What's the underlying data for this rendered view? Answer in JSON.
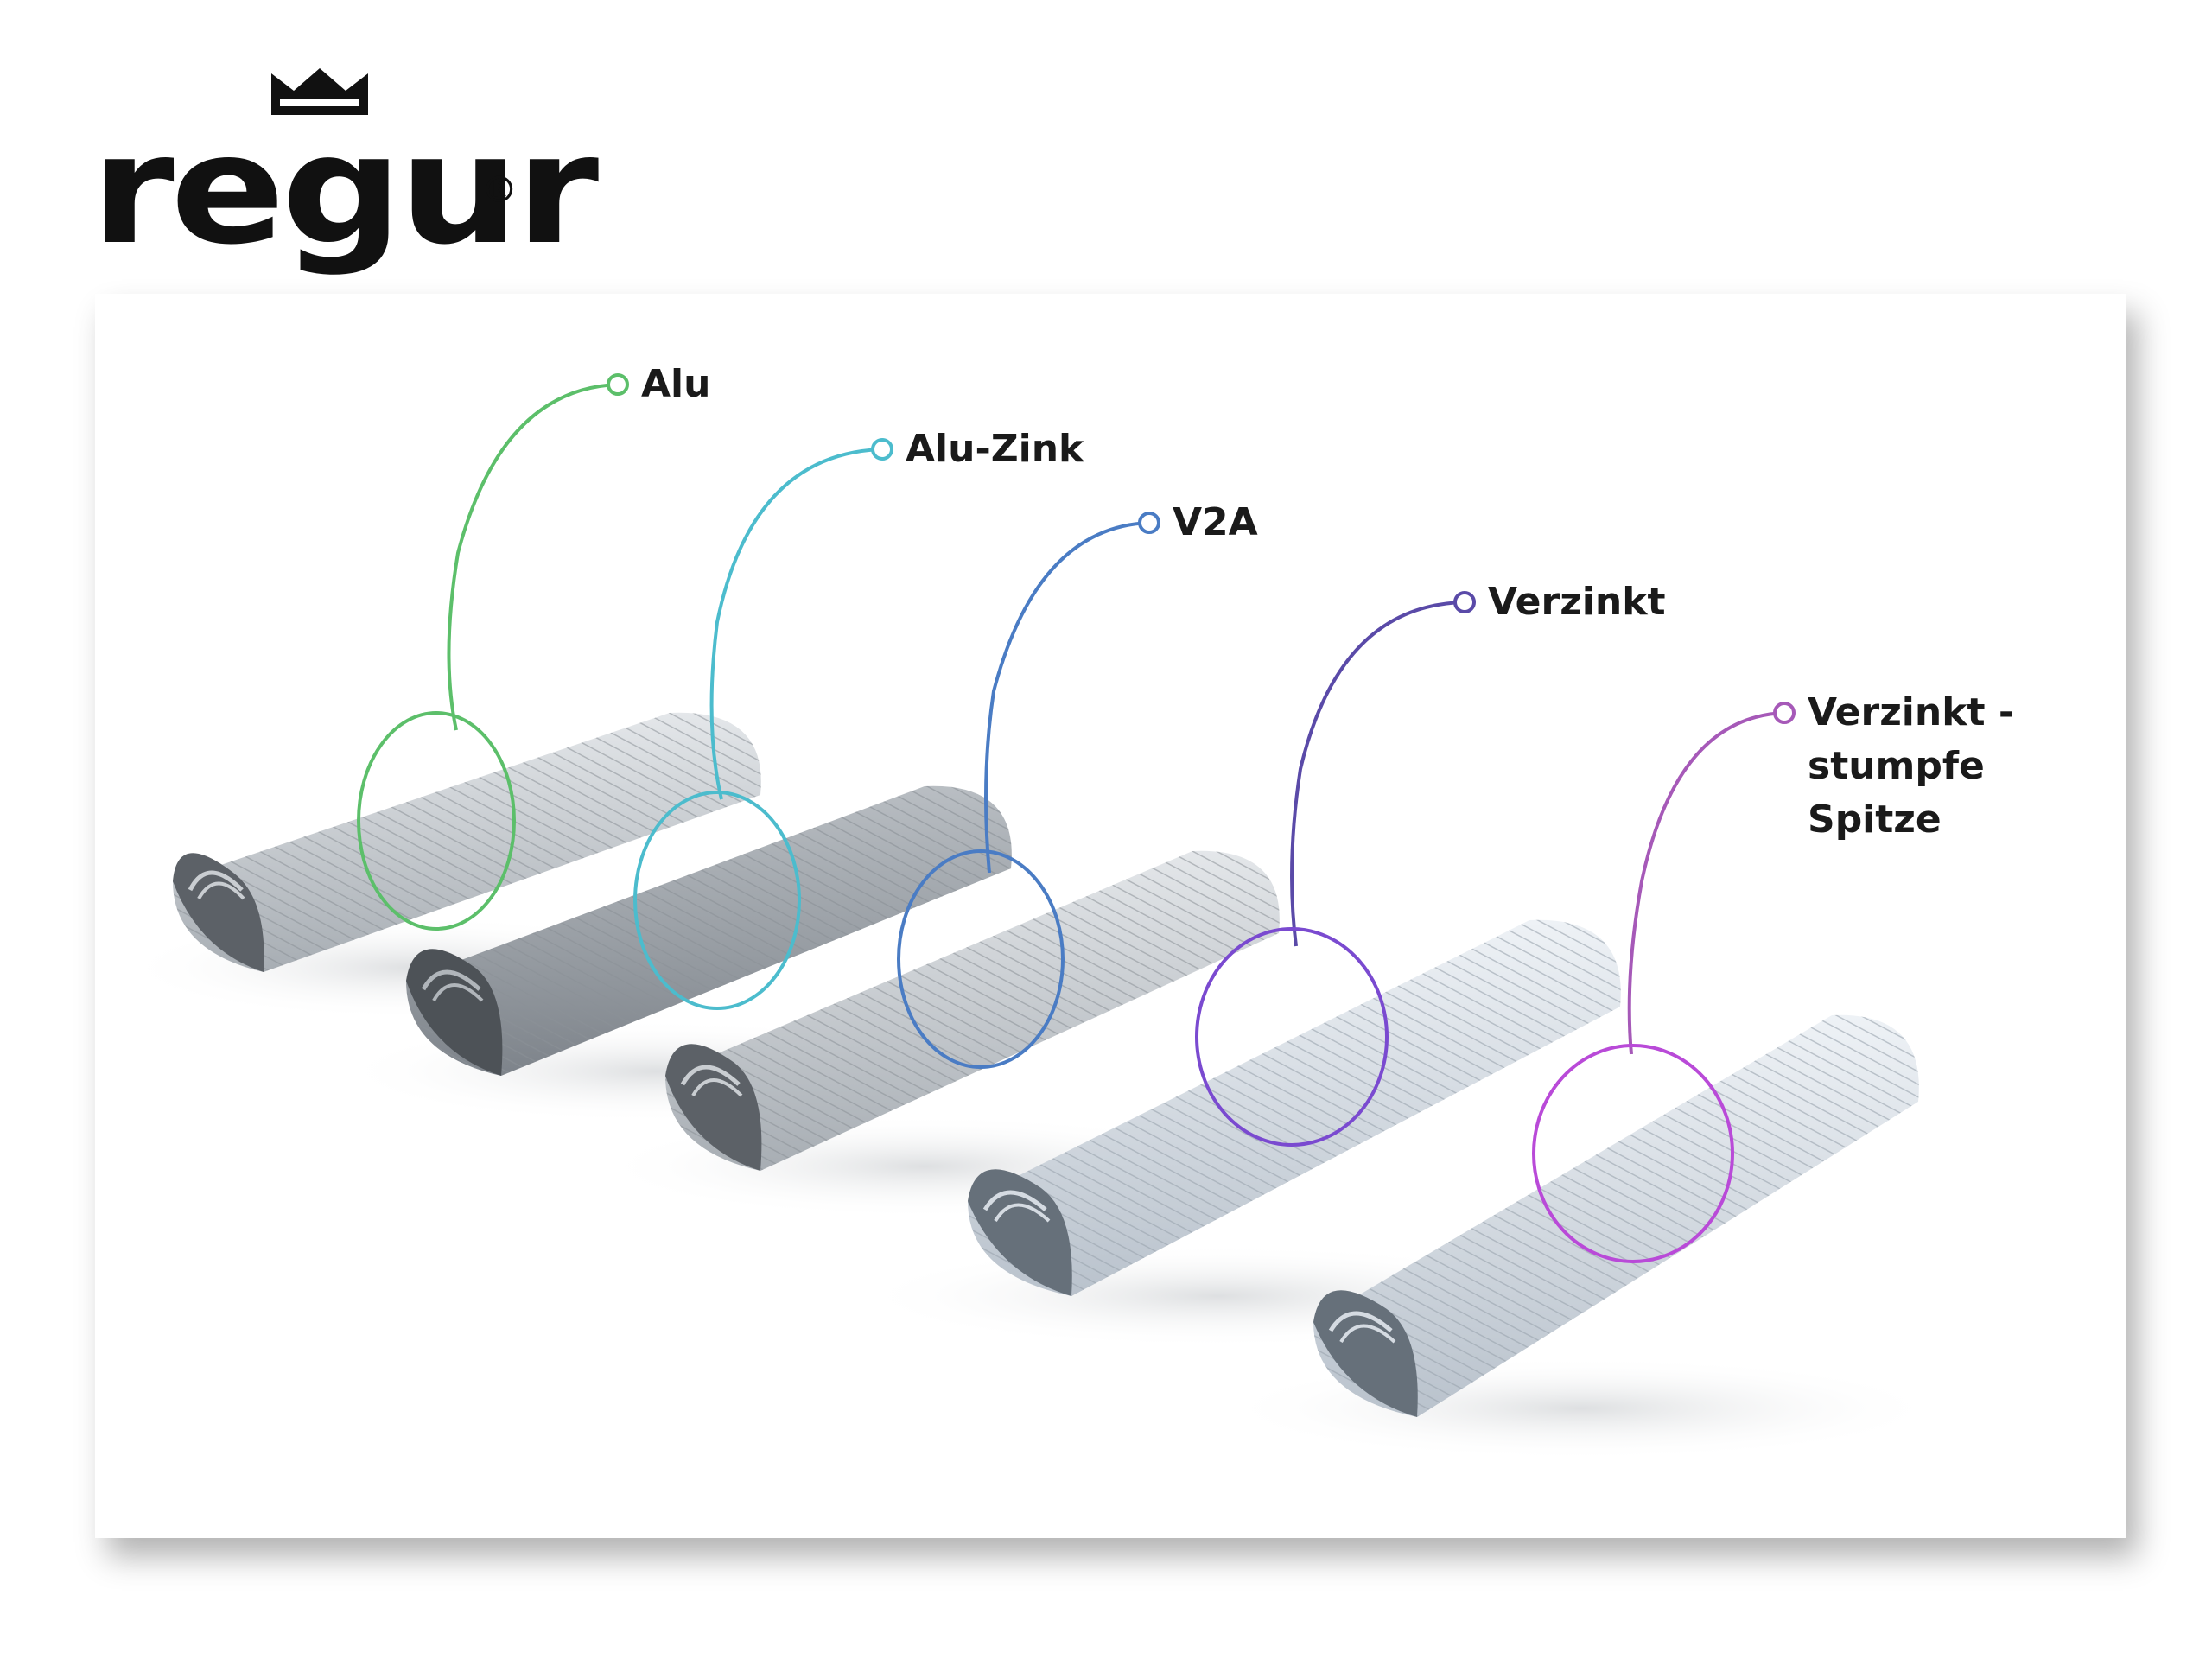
{
  "brand": {
    "name": "regur",
    "registered_mark": "®"
  },
  "labels": [
    {
      "id": "alu",
      "text": "Alu",
      "color": "#5cbf6a"
    },
    {
      "id": "alu-zink",
      "text": "Alu-Zink",
      "color": "#4cbccd"
    },
    {
      "id": "v2a",
      "text": "V2A",
      "color": "#4a7cc4"
    },
    {
      "id": "verzinkt",
      "text": "Verzinkt",
      "color": "#5a4aa8"
    },
    {
      "id": "verzinkt-stumpf",
      "text": "Verzinkt -\nstumpfe\nSpitze",
      "color": "#a659b8"
    }
  ]
}
